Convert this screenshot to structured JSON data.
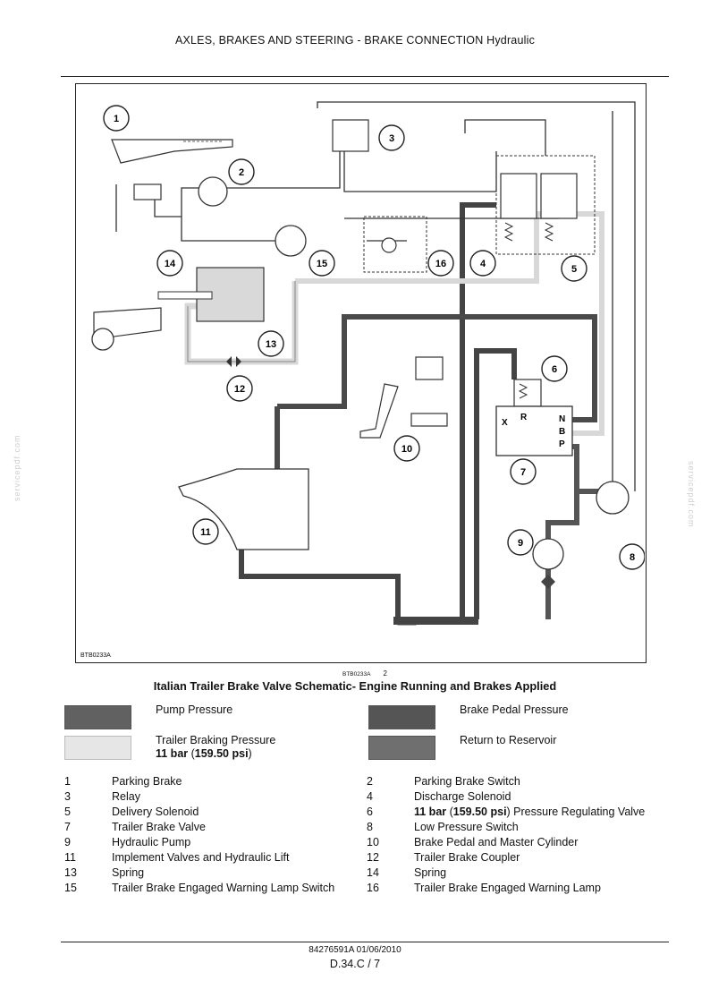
{
  "header": {
    "title": "AXLES, BRAKES AND STEERING - BRAKE CONNECTION Hydraulic"
  },
  "figure": {
    "code": "BTB0233A",
    "ref_code": "BTB0233A",
    "ref_num": "2",
    "caption": "Italian Trailer Brake Valve Schematic- Engine Running and Brakes Applied",
    "callouts": [
      "1",
      "2",
      "3",
      "4",
      "5",
      "6",
      "7",
      "8",
      "9",
      "10",
      "11",
      "12",
      "13",
      "14",
      "15",
      "16"
    ],
    "port_labels": {
      "x": "X",
      "r": "R",
      "n": "N",
      "b": "B",
      "p": "P"
    },
    "colors": {
      "pump": "#616161",
      "trailer": "#e6e6e6",
      "pedal": "#555555",
      "return": "#6f6f6f",
      "wire": "#333333"
    }
  },
  "legend": {
    "pump": "Pump Pressure",
    "trailer_line1": "Trailer Braking Pressure",
    "trailer_value": "11 bar",
    "trailer_paren_open": " (",
    "trailer_psi": "159.50 psi",
    "trailer_paren_close": ")",
    "pedal": "Brake Pedal Pressure",
    "return": "Return to Reservoir"
  },
  "parts": [
    {
      "n1": "1",
      "l1": "Parking Brake",
      "n2": "2",
      "l2": "Parking Brake Switch"
    },
    {
      "n1": "3",
      "l1": "Relay",
      "n2": "4",
      "l2": "Discharge Solenoid"
    },
    {
      "n1": "5",
      "l1": "Delivery Solenoid",
      "n2": "6",
      "l2_bold1": "11 bar",
      "l2_mid": " (",
      "l2_bold2": "159.50 psi",
      "l2_rest": ") Pressure Regulating Valve"
    },
    {
      "n1": "7",
      "l1": "Trailer Brake Valve",
      "n2": "8",
      "l2": "Low Pressure Switch"
    },
    {
      "n1": "9",
      "l1": "Hydraulic Pump",
      "n2": "10",
      "l2": "Brake Pedal and Master Cylinder"
    },
    {
      "n1": "11",
      "l1": "Implement Valves and Hydraulic Lift",
      "n2": "12",
      "l2": "Trailer Brake Coupler"
    },
    {
      "n1": "13",
      "l1": "Spring",
      "n2": "14",
      "l2": "Spring"
    },
    {
      "n1": "15",
      "l1": "Trailer Brake Engaged Warning Lamp Switch",
      "n2": "16",
      "l2": "Trailer Brake Engaged Warning Lamp"
    }
  ],
  "footer": {
    "doc": "84276591A 01/06/2010",
    "page": "D.34.C / 7"
  },
  "watermark": "servicepdf.com"
}
